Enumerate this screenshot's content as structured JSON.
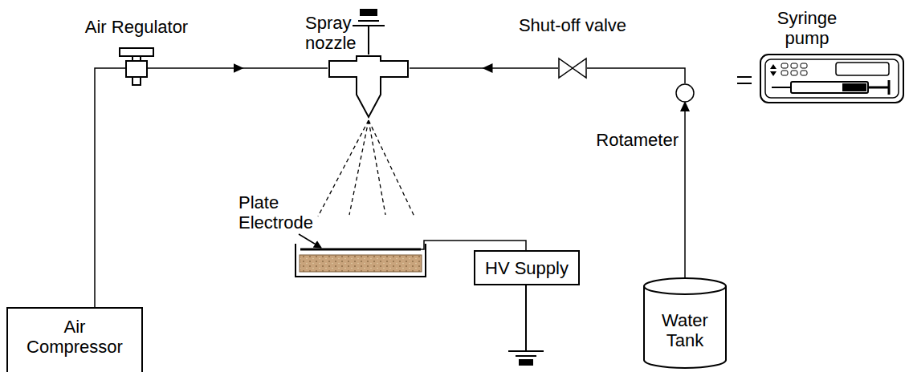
{
  "diagram": {
    "nodes": [
      {
        "text": [
          "Air Regulator"
        ]
      },
      {
        "text": [
          "Spray nozzle"
        ]
      },
      {
        "text": [
          "Shut-off valve"
        ]
      },
      {
        "text": [
          "Syringe pump"
        ]
      },
      {
        "text": [
          "Rotameter"
        ]
      },
      {
        "text": [
          "Air Compressor"
        ]
      },
      {
        "text": [
          "HV Supply"
        ]
      },
      {
        "text": [
          "Water Tank"
        ]
      }
    ],
    "edges": [
      {
        "from": 5,
        "to": 0,
        "arrow": "none"
      },
      {
        "from": 0,
        "to": 1,
        "arrow": "to"
      },
      {
        "from": 2,
        "to": 1,
        "arrow": "to"
      },
      {
        "from": 4,
        "to": 2,
        "arrow": "none"
      },
      {
        "from": 7,
        "to": 4,
        "arrow": "to"
      }
    ],
    "labels": [
      "Plate Electrode"
    ]
  }
}
